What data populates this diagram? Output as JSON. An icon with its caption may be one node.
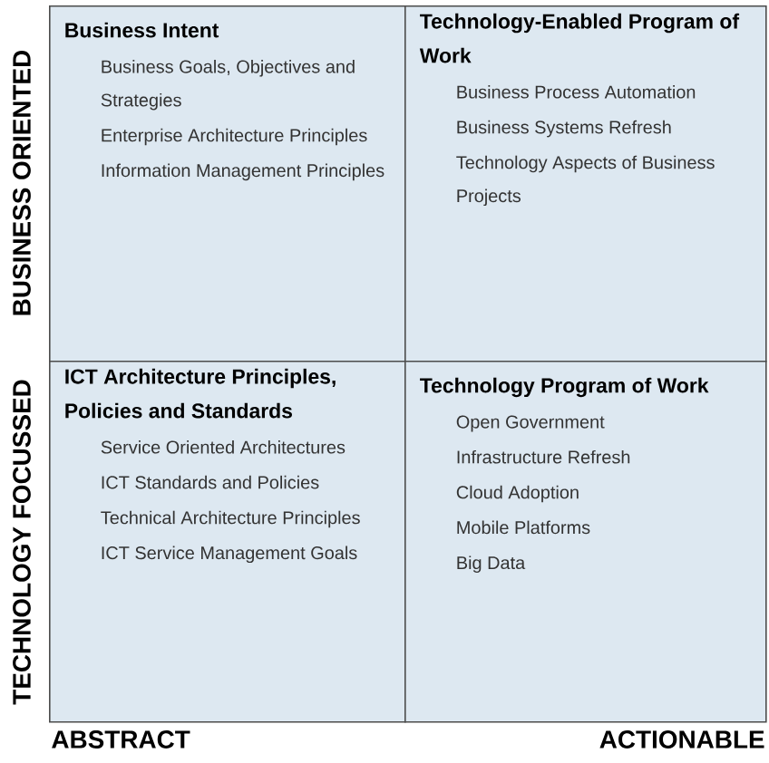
{
  "diagram": {
    "nodes": [
      {
        "text": [
          "Business Intent",
          "Business Goals, Objectives and Strategies",
          "Enterprise Architecture Principles",
          "Information Management Principles"
        ]
      },
      {
        "text": [
          "Technology-Enabled Program of Work",
          "Business Process Automation",
          "Business Systems Refresh",
          "Technology Aspects of Business Projects"
        ]
      },
      {
        "text": [
          "ICT Architecture Principles, Policies and Standards",
          "Service Oriented Architectures",
          "ICT Standards and Policies",
          "Technical Architecture Principles",
          "ICT Service Management Goals"
        ]
      },
      {
        "text": [
          "Technology Program of Work",
          "Open Government",
          "Infrastructure Refresh",
          "Cloud Adoption",
          "Mobile Platforms",
          "Big Data"
        ]
      }
    ],
    "labels": [
      "BUSINESS ORIENTED",
      "TECHNOLOGY FOCUSSED",
      "ABSTRACT",
      "ACTIONABLE"
    ]
  }
}
